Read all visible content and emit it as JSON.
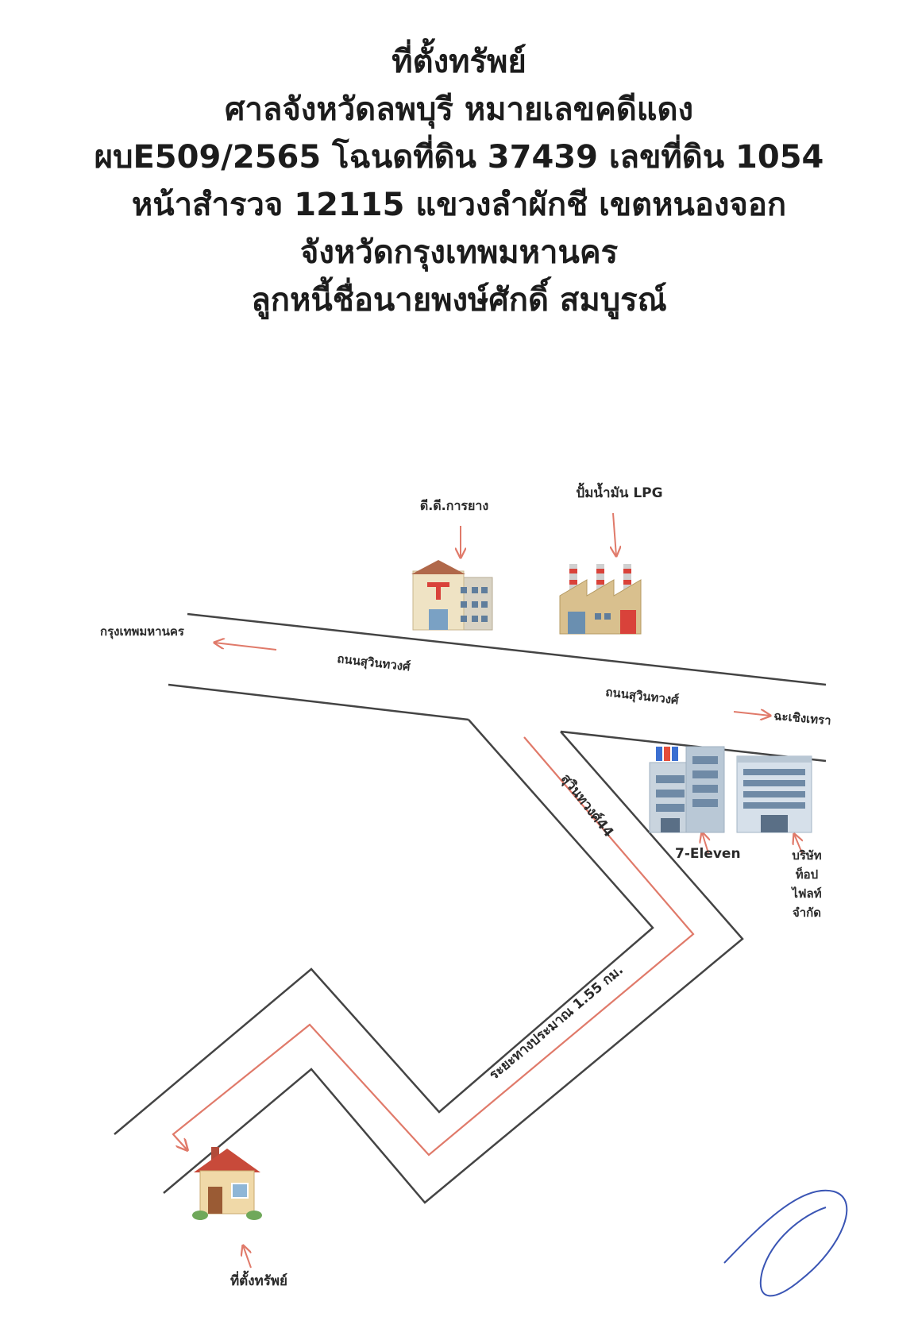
{
  "title_lines": [
    "ที่ตั้งทรัพย์",
    "ศาลจังหวัดลพบุรี หมายเลขคดีแดง",
    "ผบE509/2565 โฉนดที่ดิน 37439 เลขที่ดิน 1054",
    "หน้าสำรวจ 12115 แขวงลำผักชี เขตหนองจอก",
    "จังหวัดกรุงเทพมหานคร",
    "ลูกหนี้ชื่อนายพงษ์ศักดิ์ สมบูรณ์"
  ],
  "map": {
    "landmarks": {
      "post_office": "ดี.ดี.การยาง",
      "gas_station": "ปั้มน้ำมัน LPG",
      "seven_eleven": "7-Eleven",
      "company_lines": [
        "บริษัท",
        "ท็อป",
        "ไฟลท์",
        "จำกัด"
      ],
      "property": "ที่ตั้งทรัพย์"
    },
    "directions": {
      "west": "กรุงเทพมหานคร",
      "east": "ฉะเชิงเทรา"
    },
    "roads": {
      "main_left": "ถนนสุวินทวงศ์",
      "main_right": "ถนนสุวินทวงศ์",
      "soi": "สุวินทวงศ์44"
    },
    "distance": "ระยะทางประมาณ 1.55 กม.",
    "colors": {
      "route": "#e07a6a",
      "road": "#444444"
    }
  }
}
